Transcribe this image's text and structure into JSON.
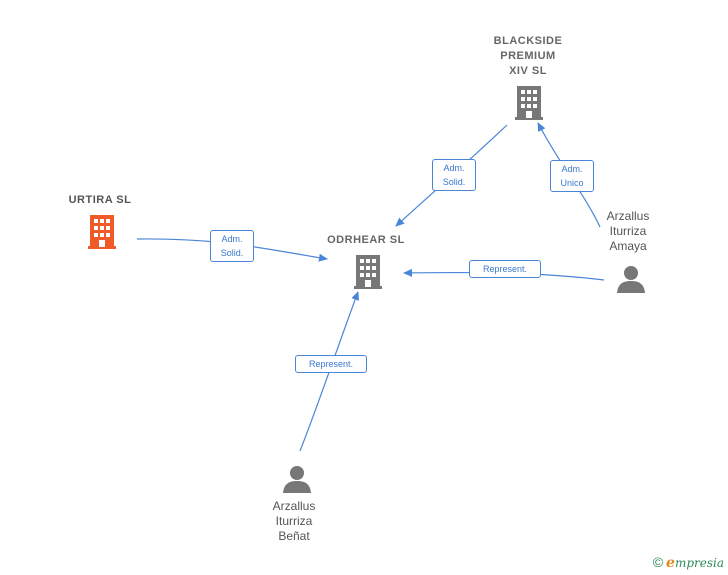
{
  "nodes": {
    "blackside": {
      "label": "BLACKSIDE\nPREMIUM\nXIV  SL",
      "type": "company",
      "color": "#777777"
    },
    "urtira": {
      "label": "URTIRA  SL",
      "type": "company",
      "color": "#f05a28"
    },
    "odrhear": {
      "label": "ODRHEAR  SL",
      "type": "company",
      "color": "#777777"
    },
    "amaya": {
      "label": "Arzallus\nIturriza\nAmaya",
      "type": "person",
      "color": "#777777"
    },
    "benat": {
      "label": "Arzallus\nIturriza\nBeñat",
      "type": "person",
      "color": "#777777"
    }
  },
  "edges": [
    {
      "from": "urtira",
      "to": "odrhear",
      "label": "Adm.\nSolid."
    },
    {
      "from": "blackside",
      "to": "odrhear",
      "label": "Adm.\nSolid."
    },
    {
      "from": "amaya",
      "to": "blackside",
      "label": "Adm.\nUnico"
    },
    {
      "from": "amaya",
      "to": "odrhear",
      "label": "Represent."
    },
    {
      "from": "benat",
      "to": "odrhear",
      "label": "Represent."
    }
  ],
  "footer": {
    "copyright": "©",
    "brand_e": "e",
    "brand_rest": "mpresia"
  },
  "colors": {
    "edge": "#4a86d8",
    "company": "#777777",
    "highlight": "#f05a28"
  }
}
